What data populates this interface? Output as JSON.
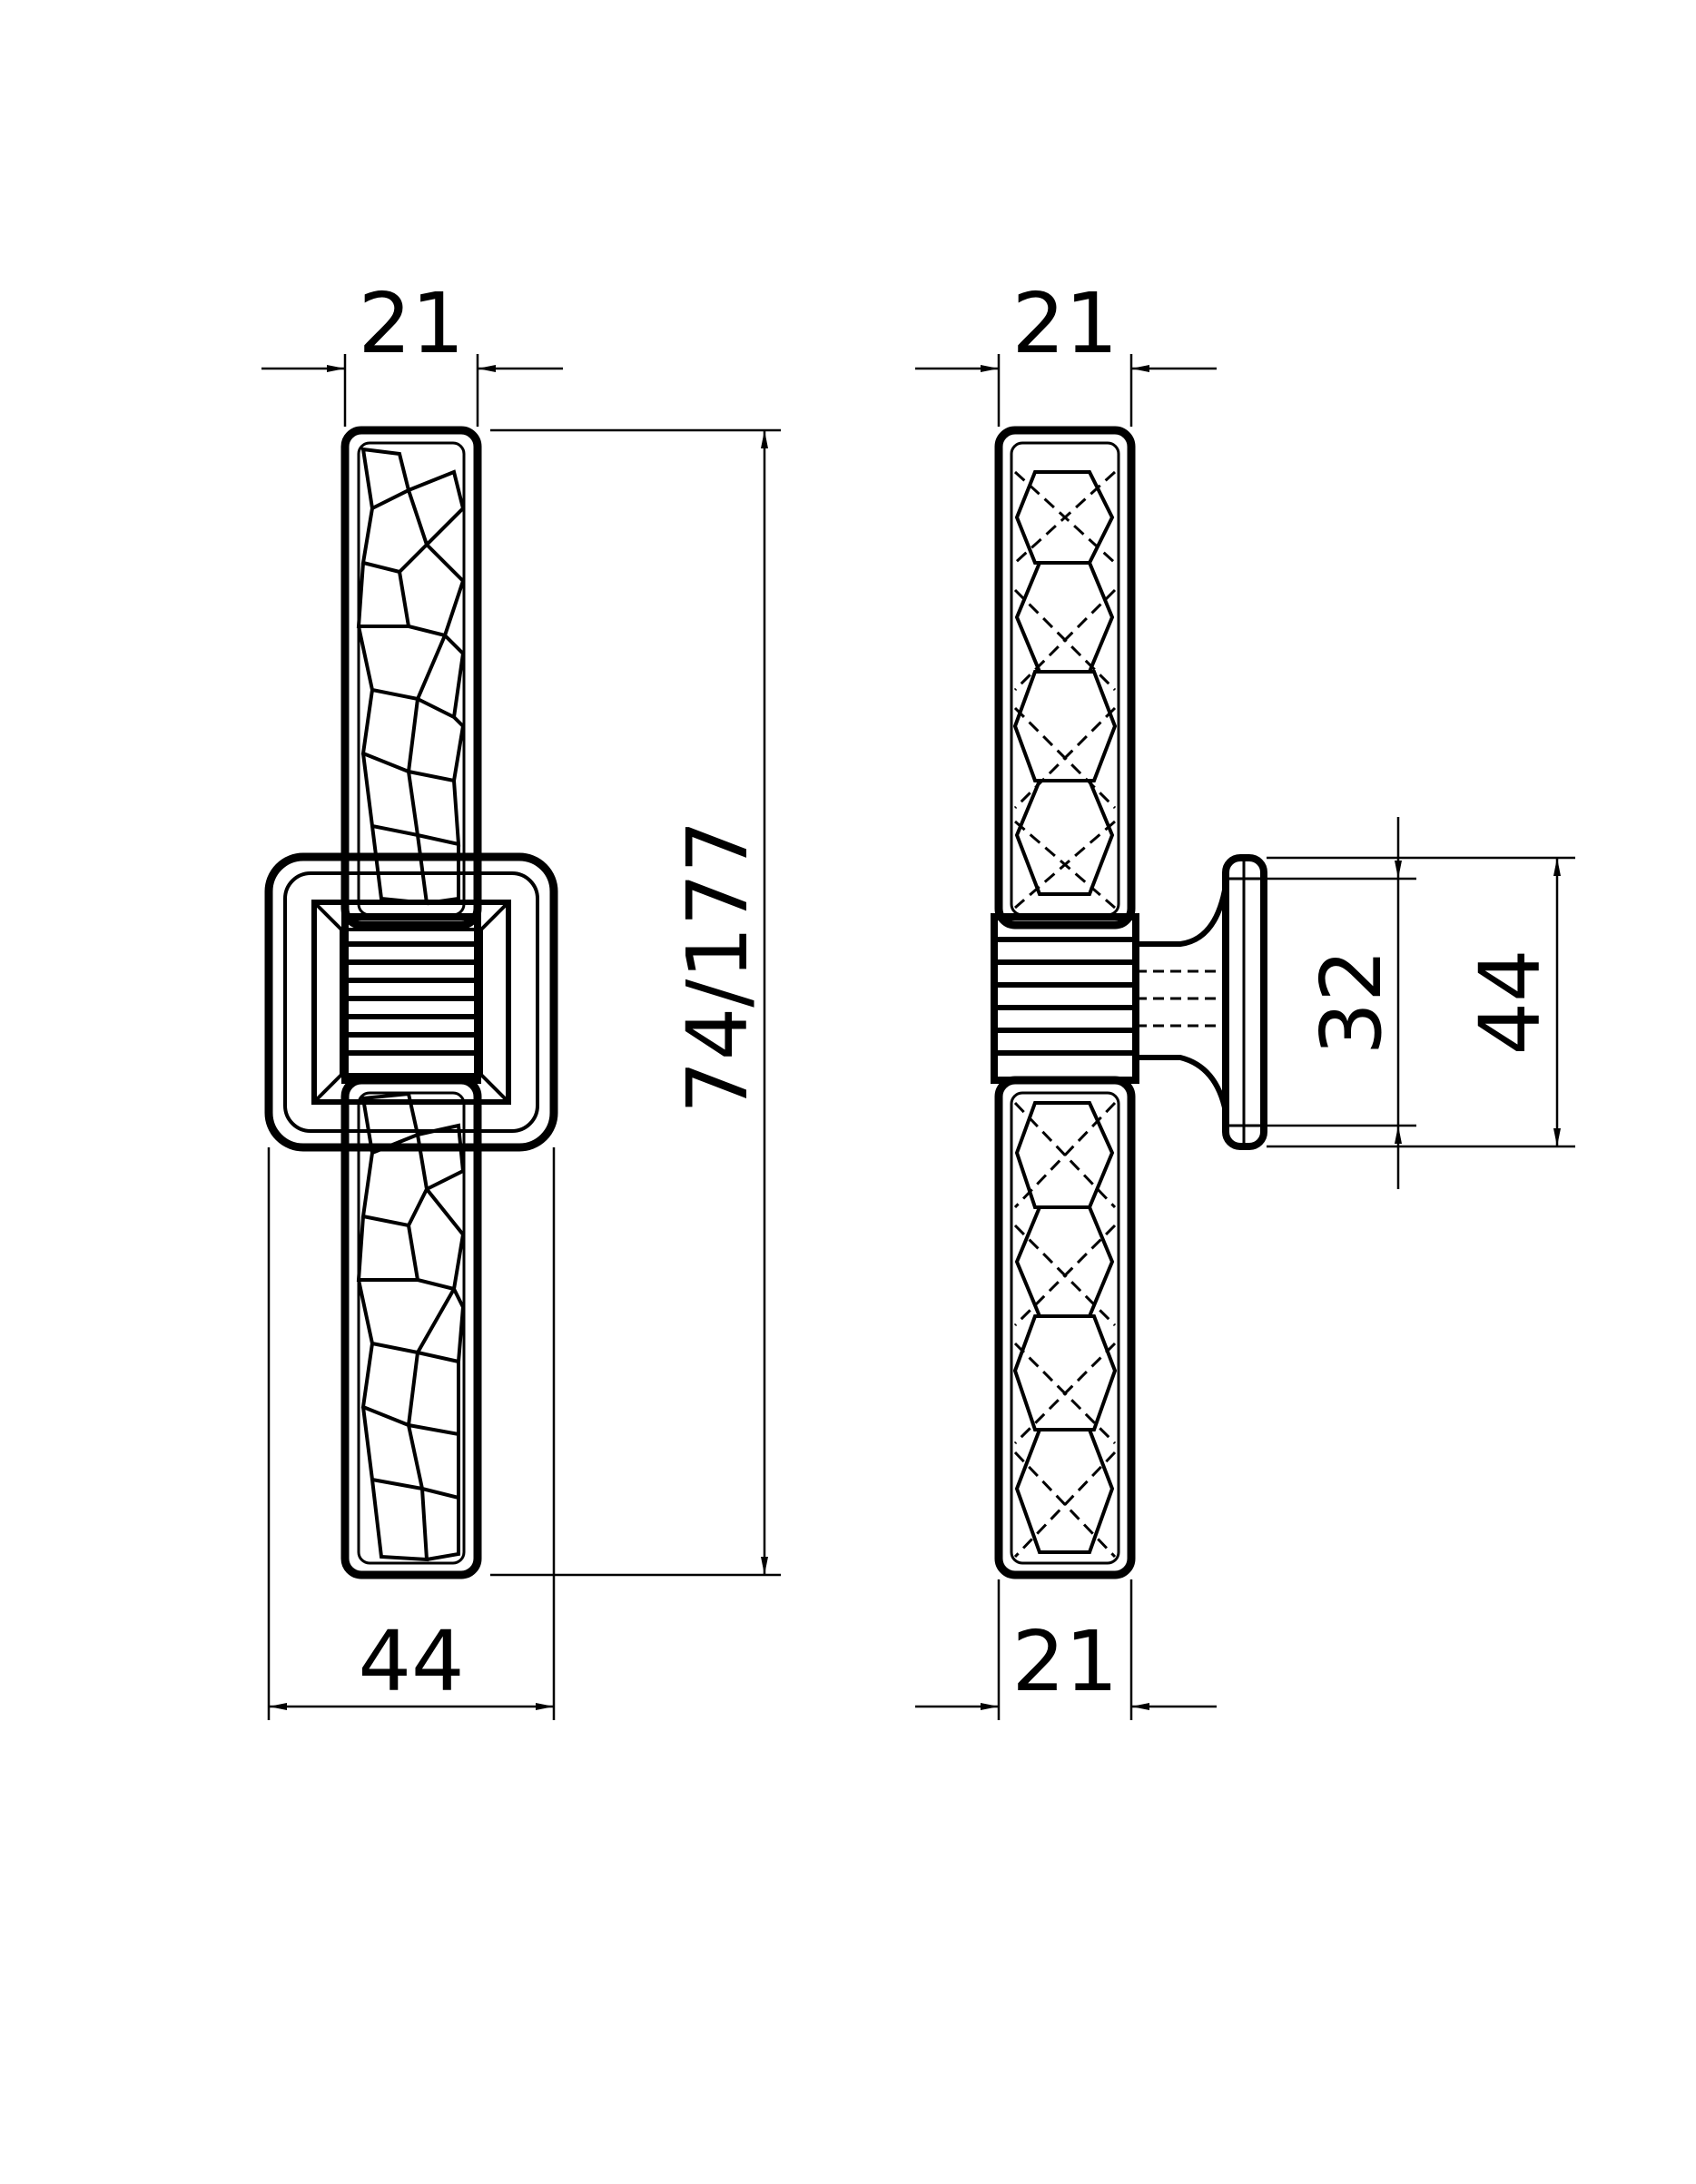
{
  "dimensions": {
    "front_width_top": "21",
    "front_height": "74/177",
    "front_width_bottom": "44",
    "side_width_top": "21",
    "side_width_bottom": "21",
    "side_base_inner": "32",
    "side_base_outer": "44"
  },
  "colors": {
    "line": "#000000",
    "background": "#ffffff"
  }
}
